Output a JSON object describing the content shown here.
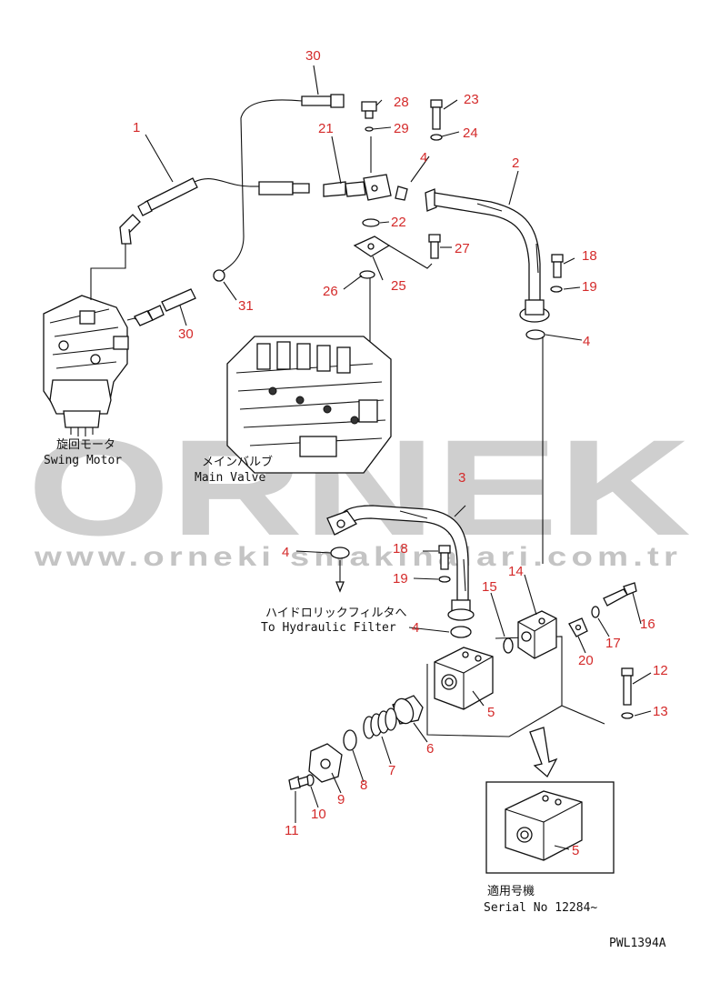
{
  "watermark": {
    "brand": "ORNEK",
    "url": "www.orneki smakinalari.com.tr",
    "color": "#cfcfcf"
  },
  "colors": {
    "callout_number": "#d42a2a",
    "line": "#111111"
  },
  "labels": {
    "swing_motor_jp": "旋回モータ",
    "swing_motor_en": "Swing Motor",
    "main_valve_jp": "メインバルブ",
    "main_valve_en": "Main Valve",
    "filter_jp": "ハイドロリックフィルタへ",
    "filter_en": "To Hydraulic Filter",
    "serial_jp": "適用号機",
    "serial_en": "Serial No 12284~",
    "drawing_code": "PWL1394A"
  },
  "callouts": {
    "n1": "1",
    "n2": "2",
    "n3": "3",
    "n4a": "4",
    "n4b": "4",
    "n4c": "4",
    "n4d": "4",
    "n5a": "5",
    "n5b": "5",
    "n6": "6",
    "n7": "7",
    "n8": "8",
    "n9": "9",
    "n10": "10",
    "n11": "11",
    "n12": "12",
    "n13": "13",
    "n14": "14",
    "n15": "15",
    "n16": "16",
    "n17": "17",
    "n18a": "18",
    "n18b": "18",
    "n19a": "19",
    "n19b": "19",
    "n20": "20",
    "n21": "21",
    "n22": "22",
    "n23": "23",
    "n24": "24",
    "n25": "25",
    "n26": "26",
    "n27": "27",
    "n28": "28",
    "n29": "29",
    "n30a": "30",
    "n30b": "30",
    "n31": "31"
  }
}
